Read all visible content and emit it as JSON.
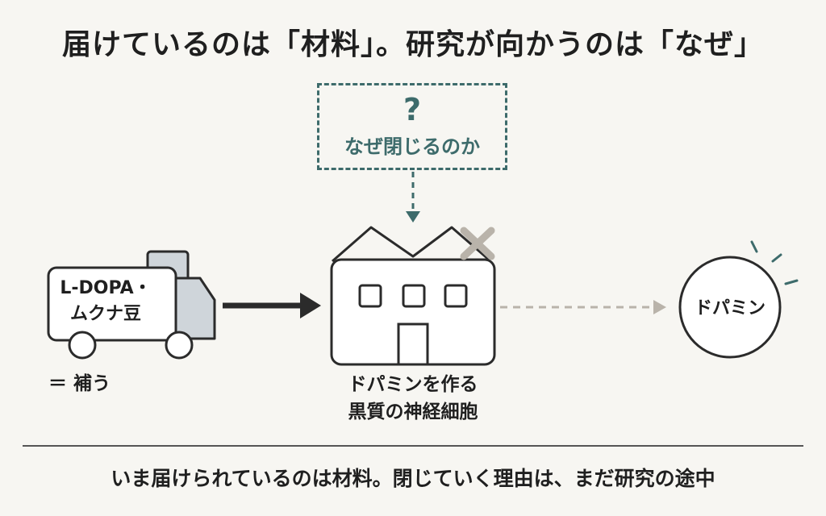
{
  "title": "届けているのは「材料」。研究が向かうのは「なぜ」",
  "question": {
    "mark": "?",
    "text": "なぜ閉じるのか"
  },
  "truck": {
    "label_line1": "L-DOPA・",
    "label_line2": "ムクナ豆",
    "caption": "＝ 補う"
  },
  "factory": {
    "caption_line1": "ドパミンを作る",
    "caption_line2": "黒質の神経細胞"
  },
  "dopamine": {
    "label": "ドパミン"
  },
  "footer": "いま届けられているのは材料。閉じていく理由は、まだ研究の途中",
  "colors": {
    "accent": "#3d6b6b",
    "ink": "#2b2b2b",
    "muted": "#b9b3aa",
    "truck_cargo": "#cfd5da"
  }
}
